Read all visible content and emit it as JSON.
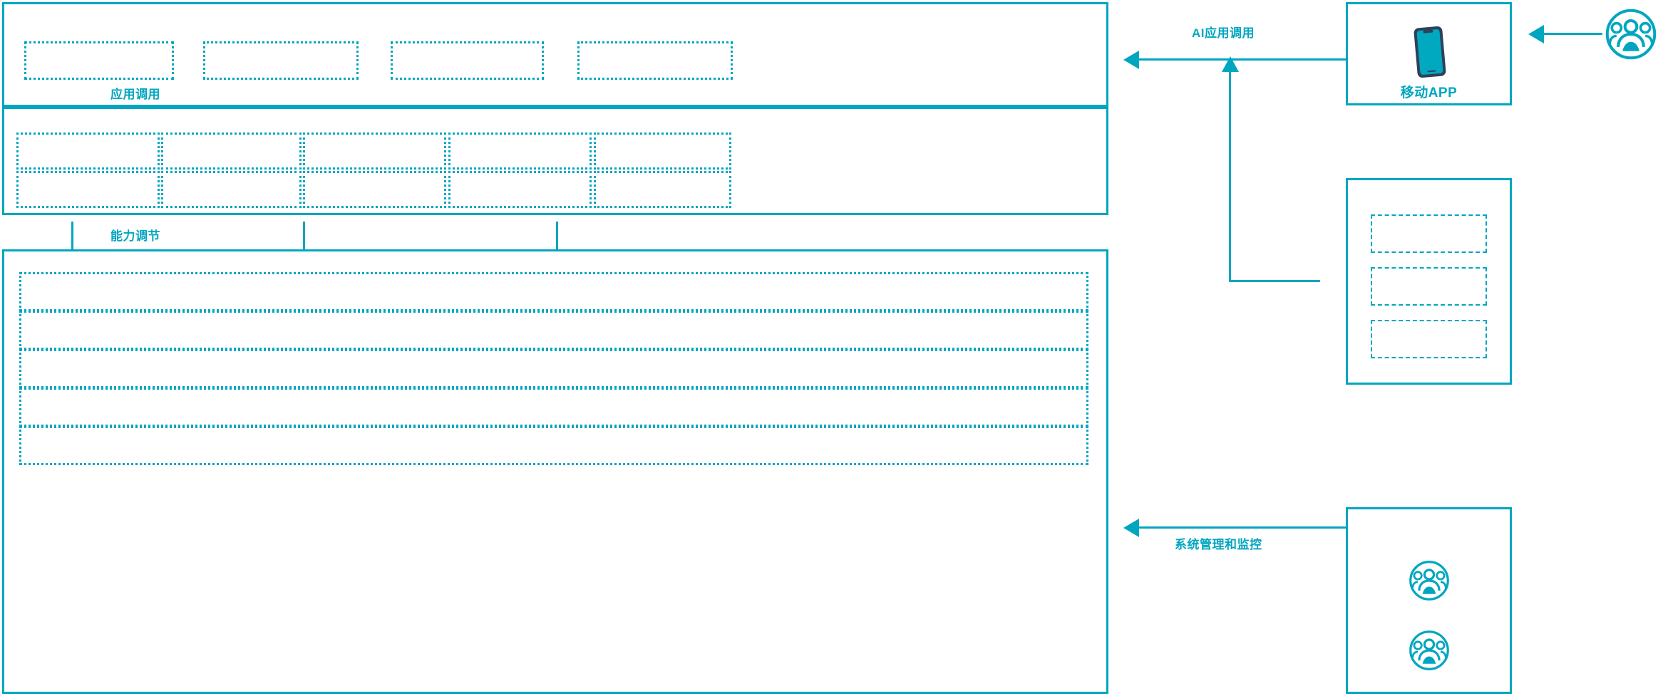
{
  "theme": {
    "accent": "#00a6c0",
    "phone_frame": "#2d4159",
    "phone_screen": "#00a9c0",
    "background": "#ffffff"
  },
  "layers": [
    {
      "name": "application-layer",
      "slot_count": 4,
      "slots": [
        "",
        "",
        "",
        ""
      ]
    },
    {
      "name": "capability-layer",
      "columns": 5,
      "rows": 2,
      "slots": [
        "",
        "",
        "",
        "",
        "",
        "",
        "",
        "",
        "",
        ""
      ]
    },
    {
      "name": "infrastructure-layer",
      "row_count": 5,
      "slots": [
        "",
        "",
        "",
        "",
        ""
      ]
    }
  ],
  "flows": [
    {
      "id": "app-call",
      "label": "应用调用",
      "arrows": 2
    },
    {
      "id": "capability-tune",
      "label": "能力调节",
      "arrows": 3
    },
    {
      "id": "ai-app-call",
      "label": "AI应用调用",
      "arrows": 1
    },
    {
      "id": "sys-monitor",
      "label": "系统管理和监控",
      "arrows": 1
    }
  ],
  "cards": [
    {
      "id": "mobile-app-card",
      "label": "移动APP",
      "icon": "smartphone-icon"
    },
    {
      "id": "modules-card",
      "label": "",
      "slot_count": 3,
      "slots": [
        "",
        "",
        ""
      ]
    },
    {
      "id": "users-card",
      "label": "",
      "icons": [
        "users-group-icon",
        "users-group-icon"
      ]
    }
  ],
  "standalone_icons": [
    {
      "id": "external-users-icon",
      "icon": "users-group-icon"
    }
  ]
}
